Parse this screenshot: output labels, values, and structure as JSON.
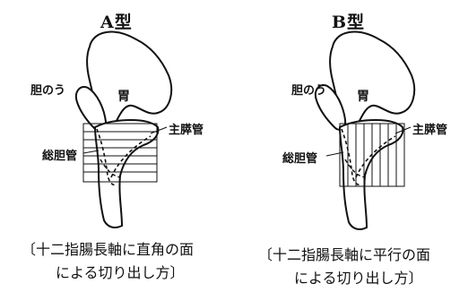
{
  "panel_a": {
    "title": "A型",
    "labels": {
      "gallbladder": "胆のう",
      "stomach": "胃",
      "main_pancreatic_duct": "主膵管",
      "common_bile_duct": "総胆管"
    },
    "caption_line1": "〔十二指腸長軸に直角の面",
    "caption_line2": "による切り出し方〕"
  },
  "panel_b": {
    "title": "B型",
    "labels": {
      "gallbladder": "胆のう",
      "stomach": "胃",
      "main_pancreatic_duct": "主膵管",
      "common_bile_duct": "総胆管"
    },
    "caption_line1": "〔十二指腸長軸に平行の面",
    "caption_line2": "による切り出し方〕"
  }
}
